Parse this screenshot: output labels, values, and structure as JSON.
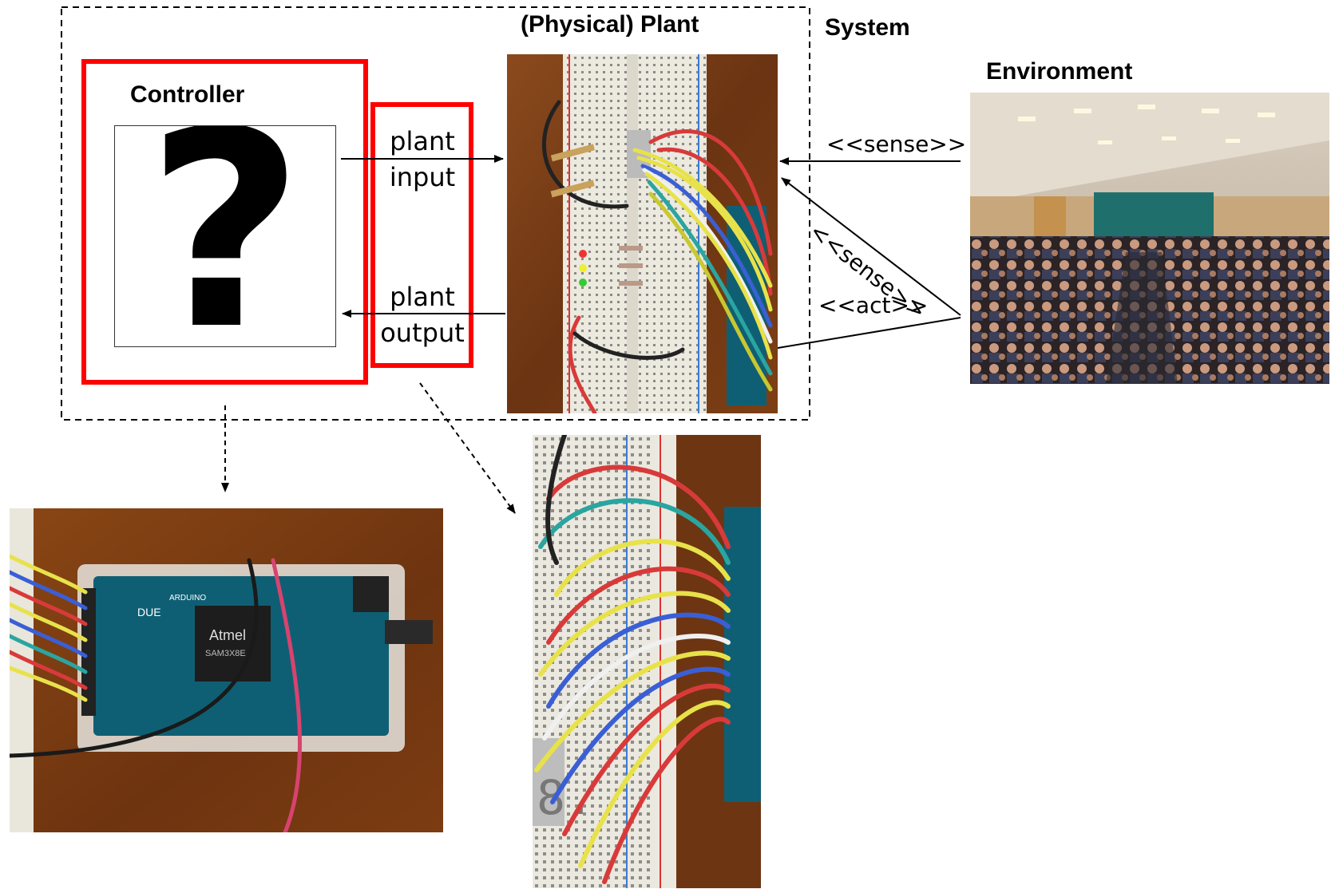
{
  "labels": {
    "system": "System",
    "plant": "(Physical) Plant",
    "controller": "Controller",
    "environment": "Environment",
    "question_mark": "?",
    "plant_input": [
      "plant",
      "input"
    ],
    "plant_output": [
      "plant",
      "output"
    ],
    "sense1": "<<sense>>",
    "sense2": "<<sense>>",
    "act": "<<act>>"
  },
  "photos": {
    "arduino": {
      "brand_text": "Atmel",
      "sub_text": "SAM3X8E",
      "board_text": "DUE",
      "logo_text": "ARDUINO"
    },
    "breadboard_seven_segment": "8."
  },
  "colors": {
    "highlight": "#ff0000",
    "wood": "#7a3b12",
    "breadboard": "#e9e6dc",
    "arduino_board": "#0f5f74",
    "theater_wall": "#c9a77c",
    "theater_teal": "#1f6f6c"
  }
}
